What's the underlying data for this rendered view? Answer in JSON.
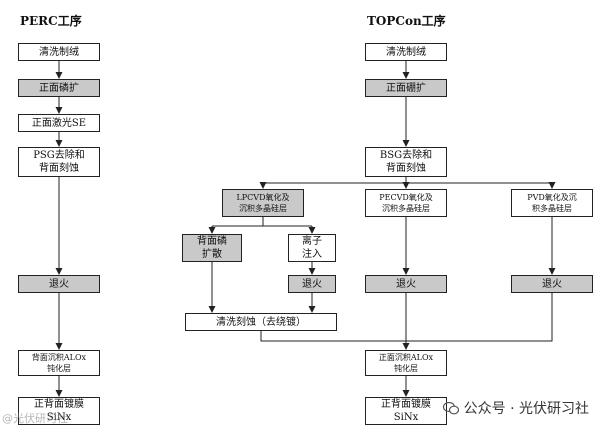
{
  "perc": {
    "title": "PERC工序",
    "steps": [
      {
        "id": "p1",
        "label": "清洗制绒",
        "gray": false
      },
      {
        "id": "p2",
        "label": "正面磷扩",
        "gray": true
      },
      {
        "id": "p3",
        "label": "正面激光SE",
        "gray": false
      },
      {
        "id": "p4",
        "label": "PSG去除和\n背面刻蚀",
        "gray": false
      },
      {
        "id": "p5",
        "label": "退火",
        "gray": true
      },
      {
        "id": "p6",
        "label": "背面沉积ALOx\n钝化层",
        "gray": false
      },
      {
        "id": "p7",
        "label": "正背面镀膜\nSiNx",
        "gray": false
      }
    ]
  },
  "topcon": {
    "title": "TOPCon工序",
    "steps": [
      {
        "id": "t1",
        "label": "清洗制绒",
        "gray": false
      },
      {
        "id": "t2",
        "label": "正面硼扩",
        "gray": true
      },
      {
        "id": "t3",
        "label": "BSG去除和\n背面刻蚀",
        "gray": false
      },
      {
        "id": "t4",
        "label": "LPCVD氧化及\n沉积多晶硅层",
        "gray": true
      },
      {
        "id": "t5",
        "label": "PECVD氧化及\n沉积多晶硅层",
        "gray": false
      },
      {
        "id": "t6",
        "label": "PVD氧化及沉\n积多晶硅层",
        "gray": false
      },
      {
        "id": "t7",
        "label": "背面磷\n扩散",
        "gray": true
      },
      {
        "id": "t8",
        "label": "离子\n注入",
        "gray": false
      },
      {
        "id": "t9",
        "label": "退火",
        "gray": true
      },
      {
        "id": "t10",
        "label": "清洗刻蚀（去绕镀）",
        "gray": false
      },
      {
        "id": "t11",
        "label": "退火",
        "gray": true
      },
      {
        "id": "t12",
        "label": "退火",
        "gray": true
      },
      {
        "id": "t13",
        "label": "正面沉积ALOx\n钝化层",
        "gray": false
      },
      {
        "id": "t14",
        "label": "正背面镀膜\nSiNx",
        "gray": false
      }
    ]
  },
  "watermark": {
    "right_text": "公众号 · 光伏研习社",
    "left_text": "@光伏研习社"
  },
  "colors": {
    "gray_fill": "#c9c9c9",
    "line": "#222222"
  }
}
